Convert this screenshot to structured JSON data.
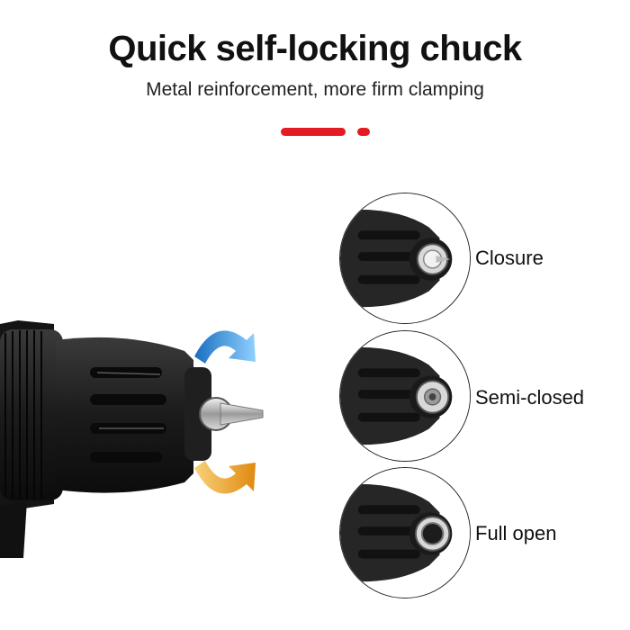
{
  "header": {
    "title": "Quick self-locking chuck",
    "subtitle": "Metal reinforcement, more firm clamping"
  },
  "colors": {
    "accent": "#e31b23",
    "rotate_arrow_top": "#4a9fe0",
    "rotate_arrow_bottom": "#f0a92a",
    "chuck_body": "#262626"
  },
  "states": [
    {
      "label": "Closure"
    },
    {
      "label": "Semi-closed"
    },
    {
      "label": "Full open"
    }
  ]
}
